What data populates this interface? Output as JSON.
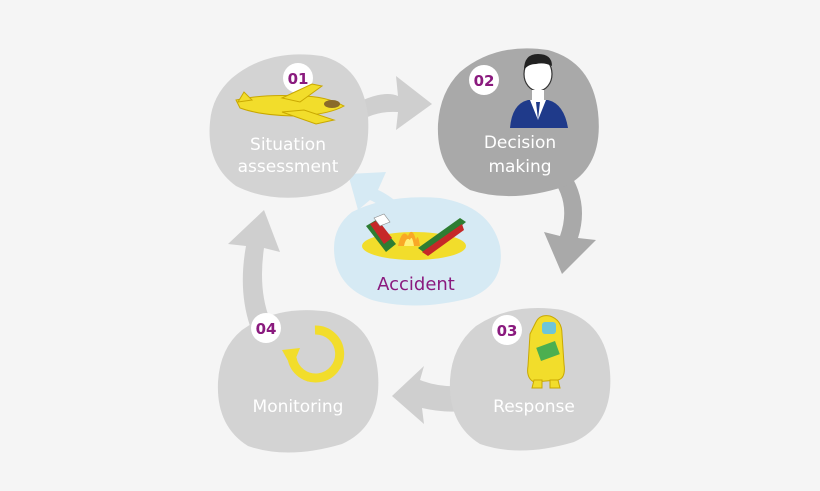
{
  "steps": [
    {
      "number": "01",
      "label_line1": "Situation",
      "label_line2": "assessment",
      "icon": "airplane-icon"
    },
    {
      "number": "02",
      "label_line1": "Decision",
      "label_line2": "making",
      "icon": "businessman-icon"
    },
    {
      "number": "03",
      "label_line1": "Response",
      "label_line2": "",
      "icon": "hazmat-suit-icon"
    },
    {
      "number": "04",
      "label_line1": "Monitoring",
      "label_line2": "",
      "icon": "cycle-arrow-icon"
    }
  ],
  "center": {
    "label": "Accident",
    "icon": "sinking-ship-icon"
  },
  "colors": {
    "bubble_light": "#d3d3d3",
    "bubble_dark": "#a9a9a9",
    "arrow": "#cfcfcf",
    "center_bubble": "#d6eaf4",
    "accent": "#8a1a7e",
    "icon_yellow": "#f2dd2b"
  }
}
